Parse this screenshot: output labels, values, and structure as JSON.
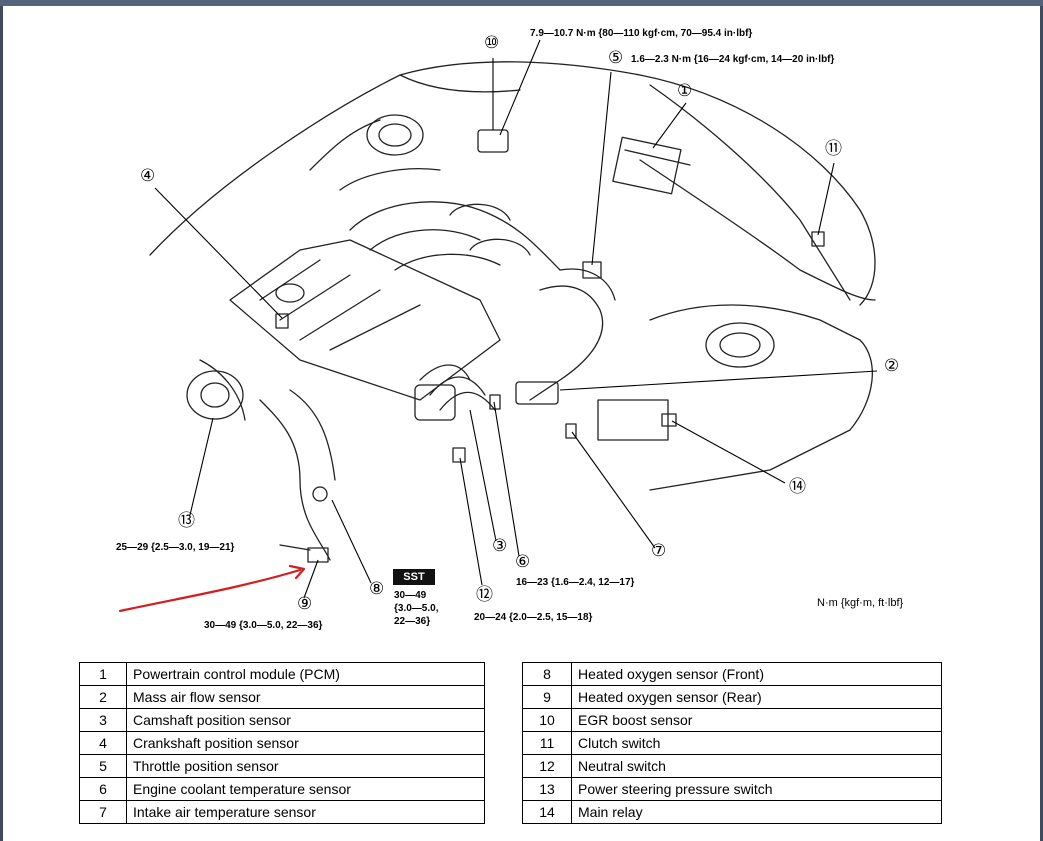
{
  "callouts": [
    {
      "num": "1",
      "symbol": "①"
    },
    {
      "num": "2",
      "symbol": "②"
    },
    {
      "num": "3",
      "symbol": "③"
    },
    {
      "num": "4",
      "symbol": "④"
    },
    {
      "num": "5",
      "symbol": "⑤"
    },
    {
      "num": "6",
      "symbol": "⑥"
    },
    {
      "num": "7",
      "symbol": "⑦"
    },
    {
      "num": "8",
      "symbol": "⑧"
    },
    {
      "num": "9",
      "symbol": "⑨"
    },
    {
      "num": "10",
      "symbol": "⑩"
    },
    {
      "num": "11",
      "symbol": "⑪"
    },
    {
      "num": "12",
      "symbol": "⑫"
    },
    {
      "num": "13",
      "symbol": "⑬"
    },
    {
      "num": "14",
      "symbol": "⑭"
    }
  ],
  "torques": {
    "egr_boost": "7.9—10.7 N·m {80—110 kgf·cm, 70—95.4 in·lbf}",
    "throttle": "1.6—2.3 N·m {16—24 kgf·cm, 14—20 in·lbf}",
    "ps_switch": "25—29 {2.5—3.0, 19—21}",
    "ho2s_rear": "30—49 {3.0—5.0, 22—36}",
    "sst_line1": "30—49",
    "sst_line2": "{3.0—5.0,",
    "sst_line3": "22—36}",
    "ect": "16—23 {1.6—2.4, 12—17}",
    "neutral": "20—24 {2.0—2.5, 15—18}",
    "units": "N·m {kgf·m, ft·lbf}"
  },
  "sst_label": "SST",
  "legend_left": [
    {
      "num": "1",
      "name": "Powertrain control module (PCM)"
    },
    {
      "num": "2",
      "name": "Mass air flow sensor"
    },
    {
      "num": "3",
      "name": "Camshaft position sensor"
    },
    {
      "num": "4",
      "name": "Crankshaft position sensor"
    },
    {
      "num": "5",
      "name": "Throttle position sensor"
    },
    {
      "num": "6",
      "name": "Engine coolant temperature sensor"
    },
    {
      "num": "7",
      "name": "Intake air temperature sensor"
    }
  ],
  "legend_right": [
    {
      "num": "8",
      "name": "Heated oxygen sensor (Front)"
    },
    {
      "num": "9",
      "name": "Heated oxygen sensor (Rear)"
    },
    {
      "num": "10",
      "name": "EGR boost sensor"
    },
    {
      "num": "11",
      "name": "Clutch switch"
    },
    {
      "num": "12",
      "name": "Neutral switch"
    },
    {
      "num": "13",
      "name": "Power steering pressure switch"
    },
    {
      "num": "14",
      "name": "Main relay"
    }
  ],
  "colors": {
    "frame": "#55637a",
    "annotation": "#d21e1e",
    "ink": "#222222"
  }
}
